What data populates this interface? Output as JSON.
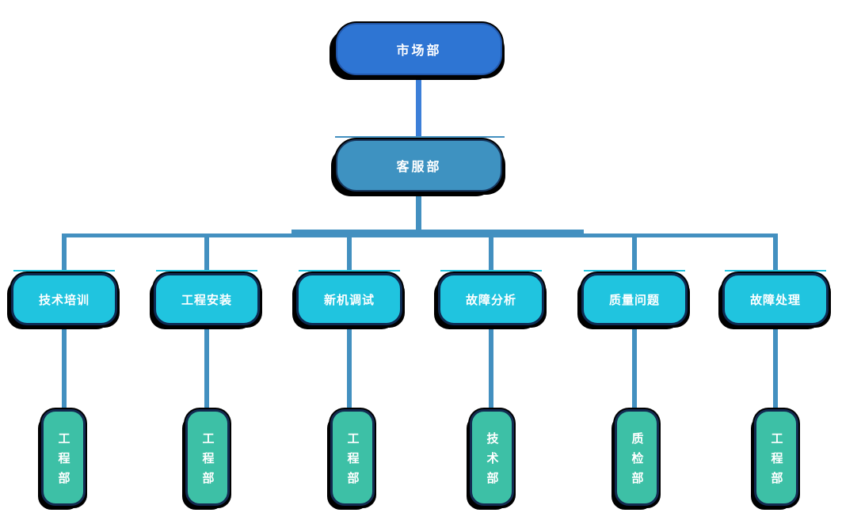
{
  "diagram": {
    "root": {
      "label": "市场部"
    },
    "manager": {
      "label": "客服部"
    },
    "branches": [
      {
        "label": "技术培训",
        "child_label": "工程部"
      },
      {
        "label": "工程安装",
        "child_label": "工程部"
      },
      {
        "label": "新机调试",
        "child_label": "工程部"
      },
      {
        "label": "故障分析",
        "child_label": "技术部"
      },
      {
        "label": "质量问题",
        "child_label": "质检部"
      },
      {
        "label": "故障处理",
        "child_label": "工程部"
      }
    ],
    "colors": {
      "background": "#ffffff",
      "root_fill": "#2e75d3",
      "root_border": "#2256a8",
      "manager_fill": "#3e92c1",
      "manager_border": "#17375e",
      "branch_fill": "#20c4df",
      "branch_border": "#0e2a52",
      "child_fill": "#3dc0a6",
      "child_border": "#132a50",
      "connector": "#4390c0",
      "connector_root": "#3c7fd8",
      "text": "#ffffff"
    }
  }
}
